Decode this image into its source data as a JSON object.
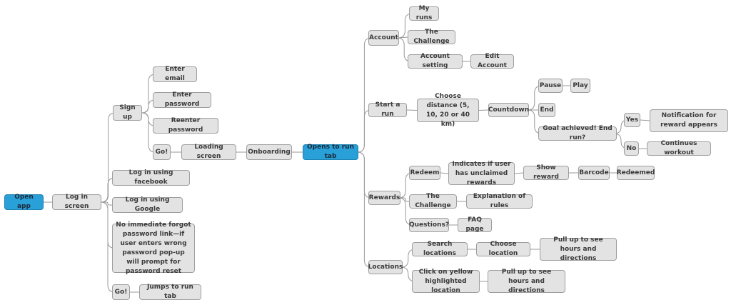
{
  "mindmap": {
    "open_app": "Open app",
    "log_in_screen": "Log in screen",
    "sign_up": "Sign up",
    "enter_email": "Enter email",
    "enter_password": "Enter password",
    "reenter_password": "Reenter password",
    "go_signup": "Go!",
    "loading_screen": "Loading screen",
    "onboarding": "Onboarding",
    "opens_to_run_tab": "Opens to run tab",
    "login_facebook": "Log in using facebook",
    "login_google": "Log in using Google",
    "no_forgot_password": "No immediate forgot password link—if user enters wrong password pop-up will prompt for password reset",
    "go_login": "Go!",
    "jumps_to_run_tab": "Jumps to run tab",
    "account": "Account",
    "my_runs": "My runs",
    "the_challenge_account": "The Challenge",
    "account_setting": "Account setting",
    "edit_account": "Edit Account",
    "start_a_run": "Start a run",
    "choose_distance": "Choose distance (5, 10, 20 or 40 km)",
    "countdown": "Countdown",
    "pause": "Pause",
    "play": "Play",
    "end": "End",
    "goal_achieved": "Goal achieved! End run?",
    "yes": "Yes",
    "notification_reward": "Notification for reward appears",
    "no": "No",
    "continues_workout": "Continues workout",
    "rewards": "Rewards",
    "redeem": "Redeem",
    "indicates_unclaimed": "Indicates if user has unclaimed rewards",
    "show_reward": "Show reward",
    "barcode": "Barcode",
    "redeemed": "Redeemed",
    "the_challenge_rewards": "The Challenge",
    "explanation_of_rules": "Explanation of rules",
    "questions": "Questions?",
    "faq_page": "FAQ page",
    "locations": "Locations",
    "search_locations": "Search locations",
    "choose_location": "Choose location",
    "pull_up_hours_1": "Pull up to see hours and directions",
    "click_yellow_location": "Click on yellow highlighted location",
    "pull_up_hours_2": "Pull up to see hours and directions"
  },
  "colors": {
    "root_fill": "#2aa0d8",
    "node_fill": "#e3e3e3",
    "node_border": "#9e9e9e",
    "edge": "#9a9a9a"
  }
}
